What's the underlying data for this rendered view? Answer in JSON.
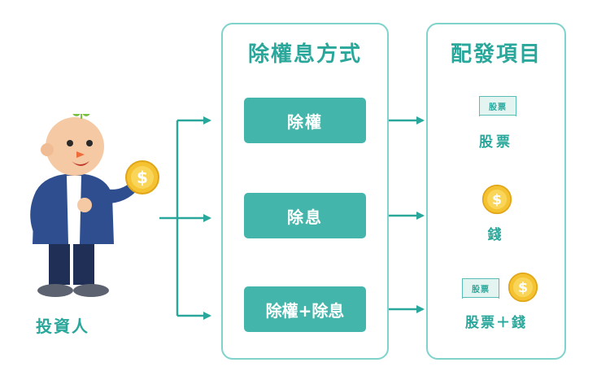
{
  "investor": {
    "label": "投資人"
  },
  "methods": {
    "title": "除權息方式",
    "items": [
      {
        "label": "除權"
      },
      {
        "label": "除息"
      },
      {
        "label": "除權+除息"
      }
    ]
  },
  "distribution": {
    "title": "配發項目",
    "items": [
      {
        "label": "股票",
        "ticket": "股票"
      },
      {
        "label": "錢"
      },
      {
        "label": "股票＋錢",
        "ticket": "股票"
      }
    ]
  },
  "colors": {
    "accent": "#2aa79b",
    "button": "#44b5aa",
    "border": "#7fd3cb",
    "coin": "#f5c232"
  }
}
